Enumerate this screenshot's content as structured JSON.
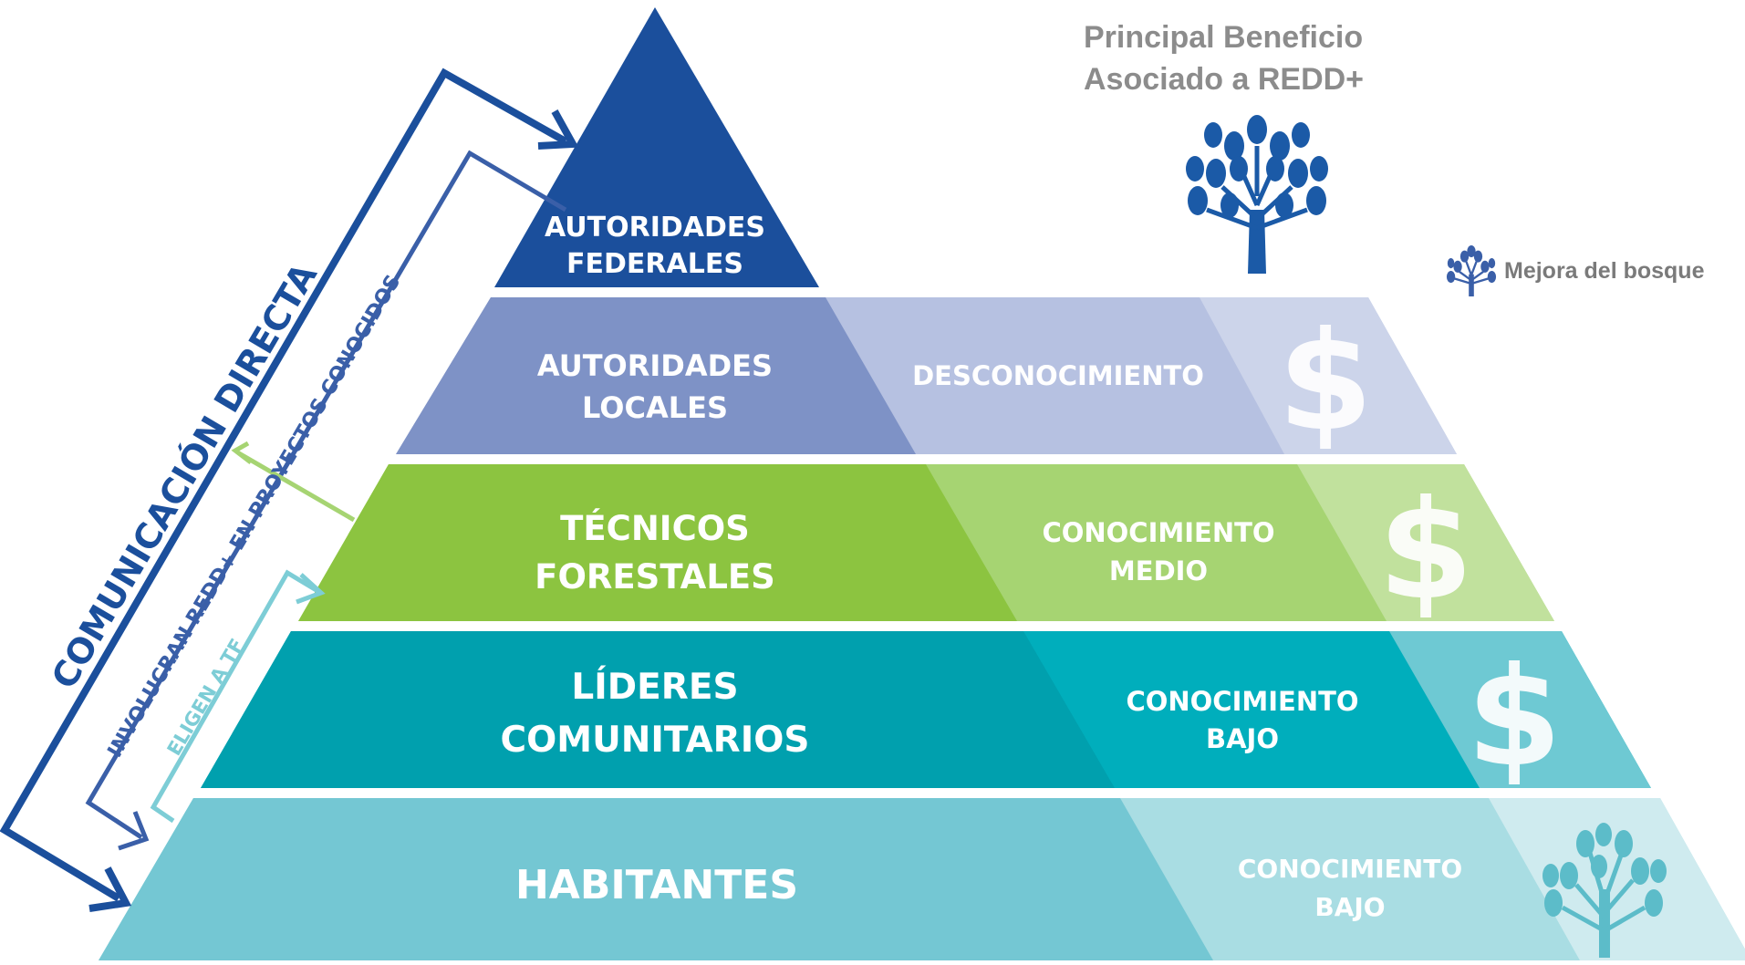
{
  "title": {
    "line1": "Principal Beneficio",
    "line2": "Asociado a REDD+"
  },
  "legend": {
    "label": "Mejora del bosque",
    "icon": "tree-icon"
  },
  "side_labels": {
    "outer": "COMUNICACIÓN DIRECTA",
    "middle": "INVOLUCRAN REDD+ EN PROYECTOS CONOCIDOS",
    "inner": "ELIGEN A TF"
  },
  "levels": [
    {
      "name_line1": "AUTORIDADES",
      "name_line2": "FEDERALES",
      "knowledge_line1": "",
      "knowledge_line2": "",
      "benefit": "",
      "color": "#1b4f9c"
    },
    {
      "name_line1": "AUTORIDADES",
      "name_line2": "LOCALES",
      "knowledge_line1": "DESCONOCIMIENTO",
      "knowledge_line2": "",
      "benefit": "$",
      "color": "#7e92c6"
    },
    {
      "name_line1": "TÉCNICOS",
      "name_line2": "FORESTALES",
      "knowledge_line1": "CONOCIMIENTO",
      "knowledge_line2": "MEDIO",
      "benefit": "$",
      "color": "#8cc440"
    },
    {
      "name_line1": "LÍDERES",
      "name_line2": "COMUNITARIOS",
      "knowledge_line1": "CONOCIMIENTO",
      "knowledge_line2": "BAJO",
      "benefit": "$",
      "color": "#00a0ae"
    },
    {
      "name_line1": "HABITANTES",
      "name_line2": "",
      "knowledge_line1": "CONOCIMIENTO",
      "knowledge_line2": "BAJO",
      "benefit": "tree-icon",
      "color": "#74c7d3"
    }
  ],
  "colors": {
    "dark_blue": "#1b4f9c",
    "mid_blue": "#3a5fa8",
    "light_green": "#a6d472",
    "light_teal": "#7dcdd6",
    "gray_text": "#8c8c8c"
  }
}
